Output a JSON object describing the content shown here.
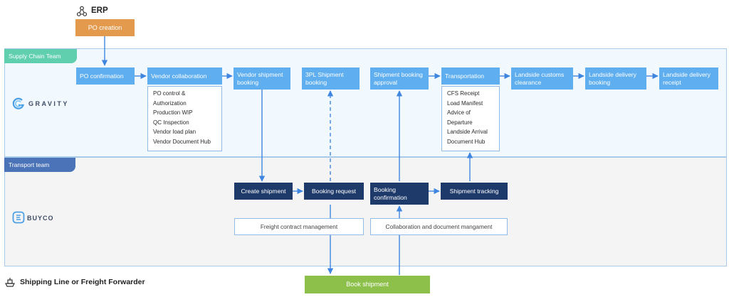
{
  "erp": {
    "label": "ERP",
    "po_creation": "PO creation"
  },
  "lanes": {
    "supply_chain": "Supply Chain Team",
    "transport": "Transport team"
  },
  "logos": {
    "gravity": "GRAVITY",
    "buyco": "BUYCO"
  },
  "steps": {
    "po_confirmation": "PO confirmation",
    "vendor_collaboration": "Vendor collaboration",
    "vendor_shipment_booking": "Vendor shipment booking",
    "tpl_shipment_booking": "3PL Shipment booking",
    "shipment_booking_approval": "Shipment booking approval",
    "transportation": "Transportation",
    "landside_customs_clearance": "Landside customs clearance",
    "landside_delivery_booking": "Landside delivery booking",
    "landside_delivery_receipt": "Landside delivery receipt",
    "create_shipment": "Create shipment",
    "booking_request": "Booking request",
    "booking_confirmation": "Booking confirmation",
    "shipment_tracking": "Shipment tracking"
  },
  "vendor_collaboration_items": [
    "PO control &",
    "Authorization",
    "Production WIP",
    "QC Inspection",
    "Vendor load plan",
    "Vendor Document Hub"
  ],
  "transportation_items": [
    "CFS Receipt",
    "Load Manifest",
    "Advice of",
    "Departure",
    "Landside Arrival",
    "Document Hub"
  ],
  "freight_contract": "Freight contract management",
  "collaboration_docs": "Collaboration and document mangament",
  "shipping_line": {
    "label": "Shipping Line or Freight Forwarder",
    "book_shipment": "Book shipment"
  },
  "colors": {
    "light_blue": "#5eaef0",
    "dark_navy": "#1e3a6b",
    "orange": "#e39a4c",
    "green": "#8cc04b",
    "teal": "#5fcfae",
    "lane_blue": "#4b73b7"
  },
  "icons": [
    "erp-network-icon",
    "gravity-logo-icon",
    "buyco-logo-icon",
    "ship-icon"
  ]
}
